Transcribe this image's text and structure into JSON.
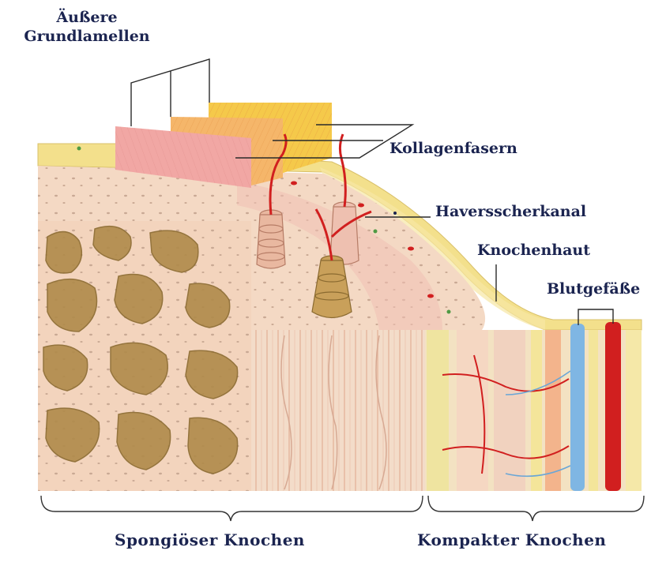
{
  "labels": {
    "outer_lamellae_line1": "Äußere",
    "outer_lamellae_line2": "Grundlamellen",
    "collagen_fibers": "Kollagenfasern",
    "haversian_canal": "Haversscherkanal",
    "periosteum": "Knochenhaut",
    "blood_vessels": "Blutgefäße",
    "spongy_bone": "Spongiöser Knochen",
    "compact_bone": "Kompakter Knochen"
  },
  "colors": {
    "label_text": "#1b2450",
    "bone_surface": "#f4d9c4",
    "periosteum_yellow": "#f3e08c",
    "lamella_pink": "#f1a7a4",
    "lamella_orange": "#f5b66a",
    "lamella_yellow": "#f5c94a",
    "vessel_red": "#d11f1f",
    "vessel_blue": "#7fb6e3",
    "trabecula_brown": "#b08a4a"
  }
}
